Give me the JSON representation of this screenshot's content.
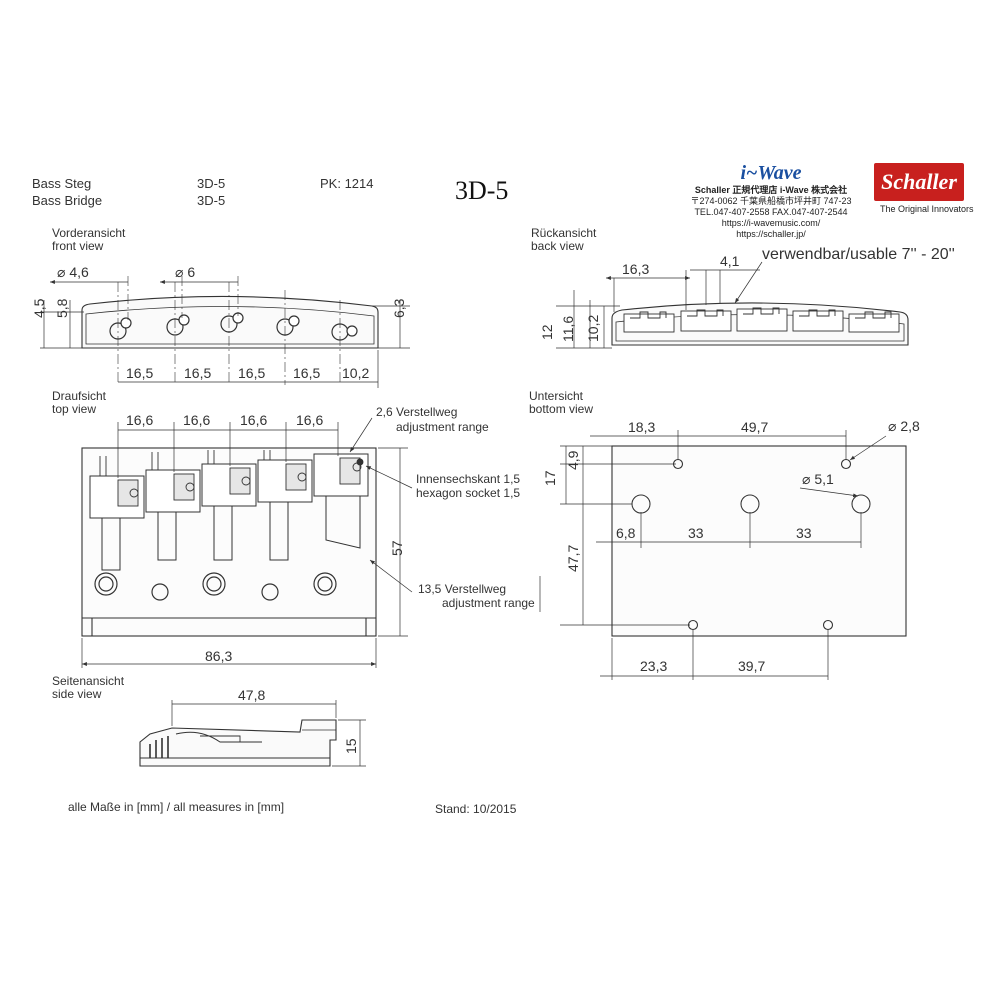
{
  "header": {
    "product_de": "Bass Steg",
    "product_en": "Bass Bridge",
    "model_1": "3D-5",
    "model_2": "3D-5",
    "pk": "PK: 1214",
    "big_title": "3D-5"
  },
  "dealer": {
    "name": "i~Wave",
    "line1": "Schaller 正規代理店 i-Wave 株式会社",
    "line2": "〒274-0062 千葉県船橋市坪井町 747-23",
    "line3": "TEL.047-407-2558  FAX.047-407-2544",
    "line4": "https://i-wavemusic.com/",
    "line5": "https://schaller.jp/"
  },
  "brand": {
    "logo_text": "Schaller",
    "tagline": "The Original Innovators",
    "color": "#c8201e"
  },
  "views": {
    "front": {
      "de": "Vorderansicht",
      "en": "front view"
    },
    "back": {
      "de": "Rückansicht",
      "en": "back view"
    },
    "top": {
      "de": "Draufsicht",
      "en": "top view"
    },
    "bottom": {
      "de": "Untersicht",
      "en": "bottom view"
    },
    "side": {
      "de": "Seitenansicht",
      "en": "side view"
    }
  },
  "front_dims": {
    "dia_small": "⌀ 4,6",
    "dia_large": "⌀ 6",
    "h1": "4,5",
    "h2": "5,8",
    "h3": "6,3",
    "spacing": [
      "16,5",
      "16,5",
      "16,5",
      "16,5"
    ],
    "end": "10,2"
  },
  "back_dims": {
    "w1": "16,3",
    "w2": "4,1",
    "usable": "verwendbar/usable 7'' - 20''",
    "h1": "12",
    "h2": "11,6",
    "h3": "10,2"
  },
  "top_dims": {
    "spacing": [
      "16,6",
      "16,6",
      "16,6",
      "16,6"
    ],
    "adj_small_de": "2,6 Verstellweg",
    "adj_small_en": "adjustment range",
    "hex_de": "Innensechskant 1,5",
    "hex_en": "hexagon socket 1,5",
    "height": "57",
    "adj_large_de": "13,5 Verstellweg",
    "adj_large_en": "adjustment range",
    "width": "86,3"
  },
  "bottom_dims": {
    "top1": "18,3",
    "top2": "49,7",
    "dia_small": "⌀ 2,8",
    "dia_large": "⌀ 5,1",
    "v1": "17",
    "v2": "4,9",
    "v3": "47,7",
    "mid1": "6,8",
    "mid2": "33",
    "mid3": "33",
    "bot1": "23,3",
    "bot2": "39,7"
  },
  "side_dims": {
    "length": "47,8",
    "height": "15"
  },
  "footer": {
    "measures": "alle Maße in [mm] / all measures in [mm]",
    "date": "Stand: 10/2015"
  }
}
